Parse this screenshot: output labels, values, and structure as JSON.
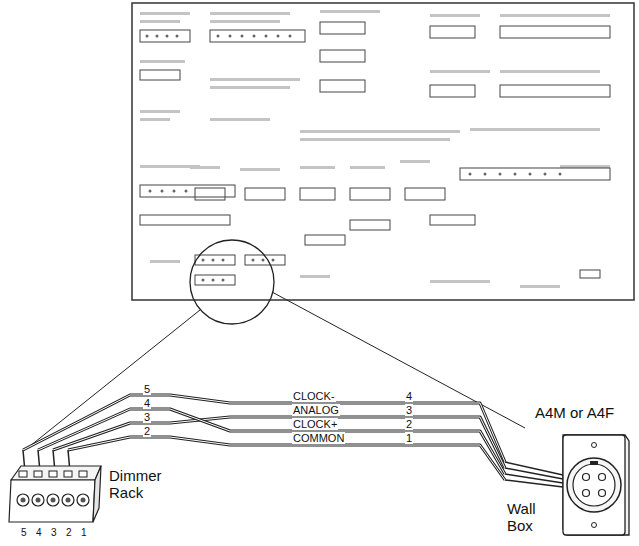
{
  "diagram": {
    "nodes": [
      {
        "text": [
          "Dimmer Rack"
        ]
      },
      {
        "text": [
          "A4M or A4F",
          "Wall Box"
        ]
      }
    ],
    "edges": [
      {
        "from": 0,
        "to": 1,
        "arrow": "none",
        "label": "CLOCK-"
      },
      {
        "from": 0,
        "to": 1,
        "arrow": "none",
        "label": "ANALOG"
      },
      {
        "from": 0,
        "to": 1,
        "arrow": "none",
        "label": "CLOCK+"
      },
      {
        "from": 0,
        "to": 1,
        "arrow": "none",
        "label": "COMMON"
      }
    ],
    "labels": [
      "5",
      "4",
      "3",
      "2",
      "5",
      "4",
      "3",
      "2",
      "1",
      "4",
      "3",
      "2",
      "1"
    ]
  }
}
